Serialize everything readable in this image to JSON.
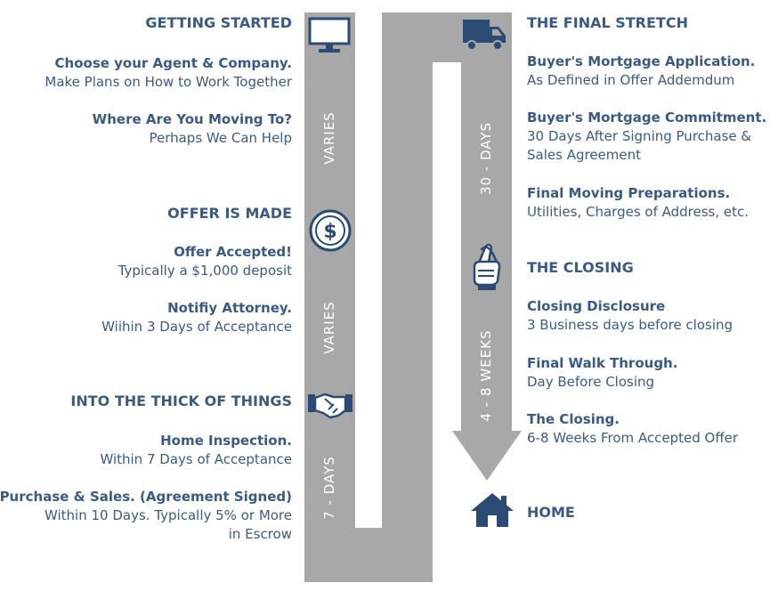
{
  "colors": {
    "road": "#a8a8a8",
    "navy": "#2b4a74",
    "text": "#3c5a82"
  },
  "left": {
    "getting_started": {
      "heading": "GETTING STARTED",
      "item1_title": "Choose your Agent & Company.",
      "item1_sub": "Make Plans on How to Work Together",
      "item2_title": "Where Are You Moving To?",
      "item2_sub": "Perhaps We Can Help"
    },
    "offer_made": {
      "heading": "OFFER IS MADE",
      "item1_title": "Offer Accepted!",
      "item1_sub": "Typically a $1,000 deposit",
      "item2_title": "Notifiy Attorney.",
      "item2_sub": "Wiihin 3 Days of Acceptance"
    },
    "thick": {
      "heading": "INTO THE THICK OF THINGS",
      "item1_title": "Home Inspection.",
      "item1_sub": "Within 7 Days of Acceptance",
      "item2_title": "Purchase & Sales. (Agreement Signed)",
      "item2_sub_line1": "Within 10 Days. Typically 5% or More",
      "item2_sub_line2": "in Escrow"
    }
  },
  "right": {
    "final_stretch": {
      "heading": "THE FINAL STRETCH",
      "item1_title": "Buyer's Mortgage Application.",
      "item1_sub": "As Defined in Offer Addemdum",
      "item2_title": "Buyer's Mortgage Commitment.",
      "item2_sub_line1": "30 Days After Signing Purchase &",
      "item2_sub_line2": "Sales Agreement",
      "item3_title": "Final Moving Preparations.",
      "item3_sub": "Utilities, Charges of Address, etc."
    },
    "closing": {
      "heading": "THE CLOSING",
      "item1_title": "Closing Disclosure",
      "item1_sub": "3 Business days before closing",
      "item2_title": "Final Walk Through.",
      "item2_sub": "Day Before Closing",
      "item3_title": "The Closing.",
      "item3_sub": "6-8 Weeks From Accepted Offer"
    },
    "home": {
      "heading": "HOME"
    }
  },
  "road_labels": {
    "varies_top": "VARIES",
    "varies_mid": "VARIES",
    "seven_days": "7 - DAYS",
    "thirty_days": "30 - DAYS",
    "four_eight_weeks": "4 - 8 WEEKS"
  },
  "icons": [
    "monitor-icon",
    "dollar-icon",
    "handshake-icon",
    "truck-icon",
    "fingers-crossed-icon",
    "house-icon"
  ]
}
